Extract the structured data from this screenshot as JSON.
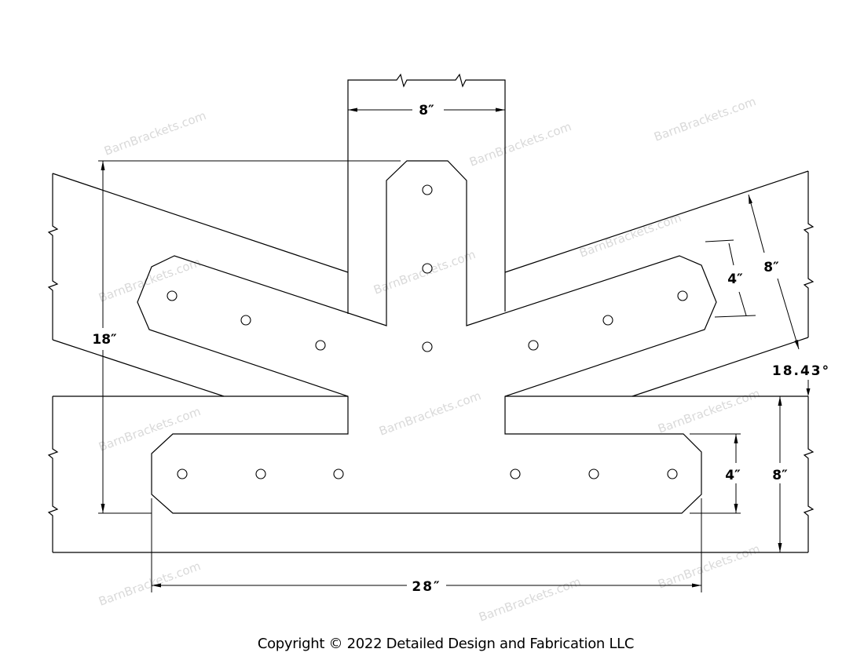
{
  "drawing": {
    "watermark": "BarnBrackets.com",
    "dimensions": {
      "post_width": "8″",
      "height": "18″",
      "rafter_arm_width": "4″",
      "rafter_depth": "8″",
      "roof_angle": "18.43°",
      "beam_arm_width": "4″",
      "beam_depth": "8″",
      "overall_width": "28″"
    }
  },
  "footer": {
    "copyright": "Copyright © 2022 Detailed Design and Fabrication LLC"
  }
}
